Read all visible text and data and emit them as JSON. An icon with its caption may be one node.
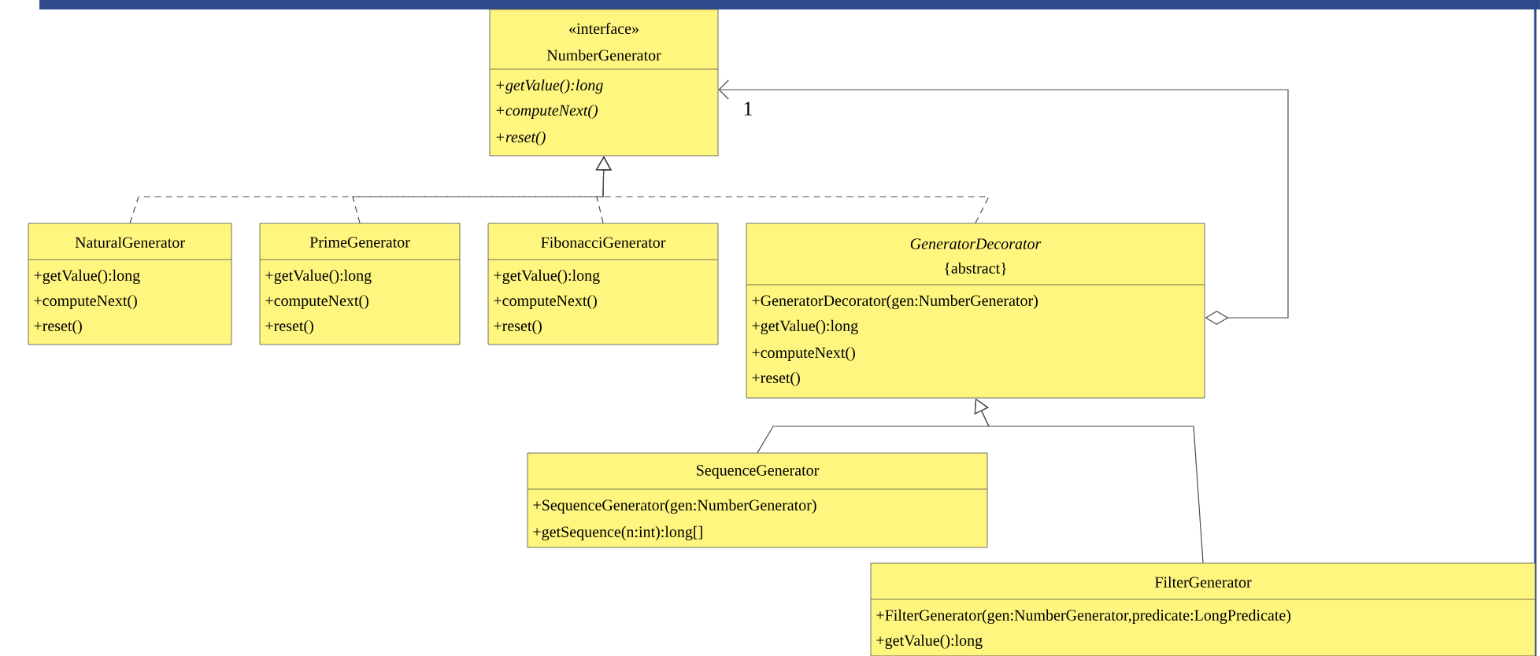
{
  "diagram": {
    "nodes": [
      {
        "text": [
          "«interface»",
          "NumberGenerator",
          "+getValue():long",
          "+computeNext()",
          "+reset()"
        ]
      },
      {
        "text": [
          "NaturalGenerator",
          "+getValue():long",
          "+computeNext()",
          "+reset()"
        ]
      },
      {
        "text": [
          "PrimeGenerator",
          "+getValue():long",
          "+computeNext()",
          "+reset()"
        ]
      },
      {
        "text": [
          "FibonacciGenerator",
          "+getValue():long",
          "+computeNext()",
          "+reset()"
        ]
      },
      {
        "text": [
          "GeneratorDecorator",
          "{abstract}",
          "+GeneratorDecorator(gen:NumberGenerator)",
          "+getValue():long",
          "+computeNext()",
          "+reset()"
        ]
      },
      {
        "text": [
          "SequenceGenerator",
          "+SequenceGenerator(gen:NumberGenerator)",
          "+getSequence(n:int):long[]"
        ]
      },
      {
        "text": [
          "FilterGenerator",
          "+FilterGenerator(gen:NumberGenerator,predicate:LongPredicate)",
          "+getValue():long"
        ]
      }
    ],
    "edges": [
      {
        "from": 1,
        "to": 0,
        "arrow": "to",
        "style": "dashed"
      },
      {
        "from": 2,
        "to": 0,
        "arrow": "to",
        "style": "dashed"
      },
      {
        "from": 3,
        "to": 0,
        "arrow": "to",
        "style": "dashed"
      },
      {
        "from": 4,
        "to": 0,
        "arrow": "to",
        "style": "dashed"
      },
      {
        "from": 4,
        "to": 0,
        "arrow": "to",
        "label": "1"
      },
      {
        "from": 5,
        "to": 4,
        "arrow": "to"
      },
      {
        "from": 6,
        "to": 4,
        "arrow": "to"
      }
    ]
  }
}
